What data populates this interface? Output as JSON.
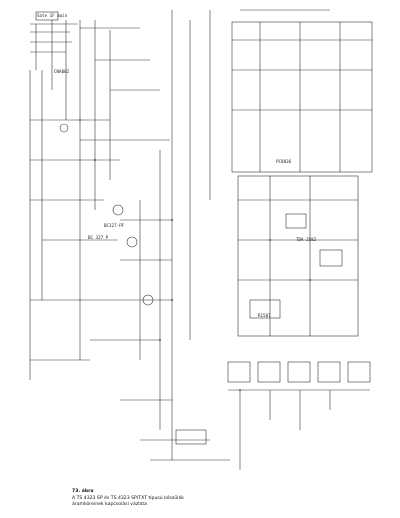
{
  "figure": {
    "number": "73. ábra",
    "caption_line1": "A TS 4323 SP és TS 4323 SP/TXT típusú készülék",
    "caption_line2": "áramköreinek kapcsolási vázlata"
  },
  "labels": {
    "top_left_box": "Sate 1F main",
    "component_a": "CNA002",
    "component_b": "BC327-PF",
    "component_c": "BC 327 P",
    "component_d": "PC8036",
    "component_e": "TDA 2582",
    "component_f": "R1507"
  }
}
